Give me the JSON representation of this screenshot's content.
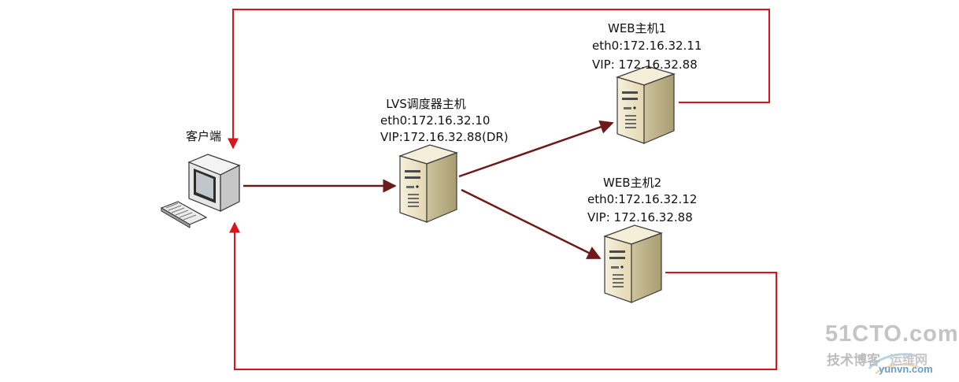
{
  "colors": {
    "return_path": "#d9141c",
    "request_path": "#6e1a1a",
    "server_body": "#ece3c8",
    "server_side": "#c9bd98",
    "monitor": "#e4e4e4",
    "watermark": "#bcbcbc"
  },
  "nodes": {
    "client": {
      "label": "客户端",
      "icon": "computer-icon"
    },
    "lvs": {
      "icon": "server-icon",
      "title": "LVS调度器主机",
      "eth": "eth0:172.16.32.10",
      "vip": "VIP:172.16.32.88(DR)"
    },
    "web1": {
      "icon": "server-icon",
      "title": "WEB主机1",
      "eth": "eth0:172.16.32.11",
      "vip": "VIP: 172.16.32.88"
    },
    "web2": {
      "icon": "server-icon",
      "title": "WEB主机2",
      "eth": "eth0:172.16.32.12",
      "vip": "VIP: 172.16.32.88"
    }
  },
  "watermark": {
    "site": "51CTO.com",
    "tagline": "技术博客",
    "blog": "运维网",
    "url": "yunvn.com"
  }
}
